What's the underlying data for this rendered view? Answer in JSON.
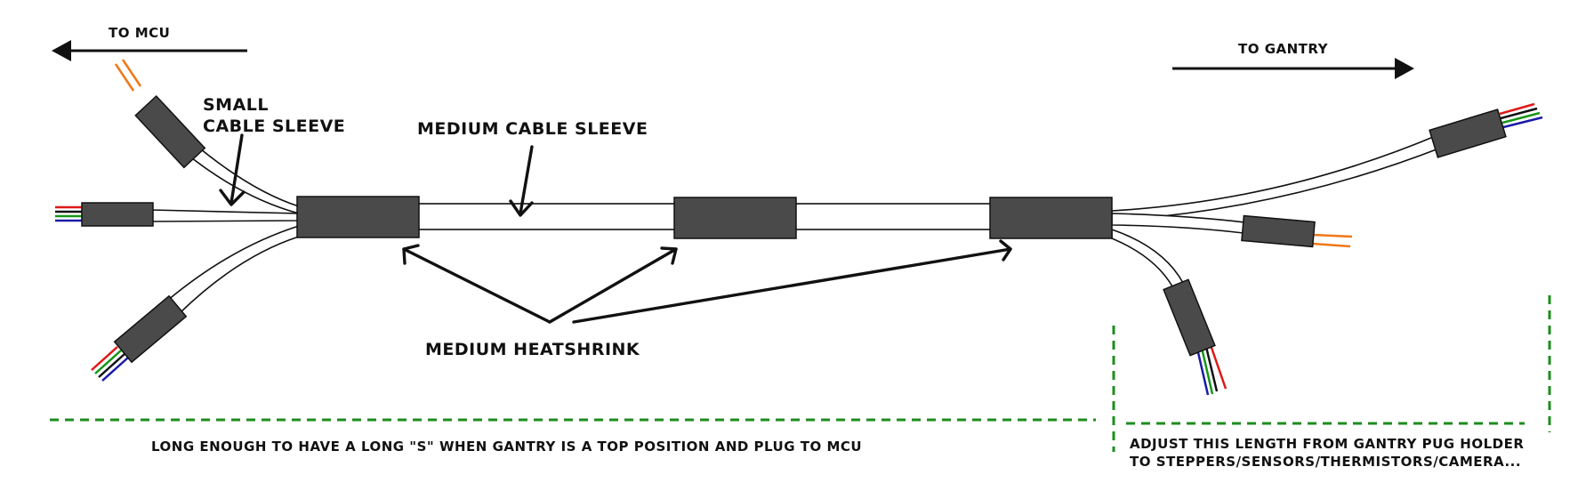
{
  "labels": {
    "to_mcu": "TO MCU",
    "to_gantry": "TO GANTRY",
    "small_sleeve_line1": "SMALL",
    "small_sleeve_line2": "CABLE SLEEVE",
    "medium_sleeve": "MEDIUM CABLE SLEEVE",
    "medium_heatshrink": "MEDIUM HEATSHRINK",
    "long_note": "LONG ENOUGH TO HAVE A LONG \"S\" WHEN GANTRY IS A TOP POSITION AND PLUG TO MCU",
    "adjust_line1": "ADJUST THIS LENGTH FROM GANTRY PUG HOLDER",
    "adjust_line2": "TO STEPPERS/SENSORS/THERMISTORS/CAMERA..."
  },
  "colors": {
    "heatshrink": "#4a4a4a",
    "dimension_line": "#1e8c1e",
    "wire_red": "#e01818",
    "wire_green": "#169616",
    "wire_black": "#111111",
    "wire_blue": "#1a1aa8",
    "wire_orange": "#f07818"
  }
}
